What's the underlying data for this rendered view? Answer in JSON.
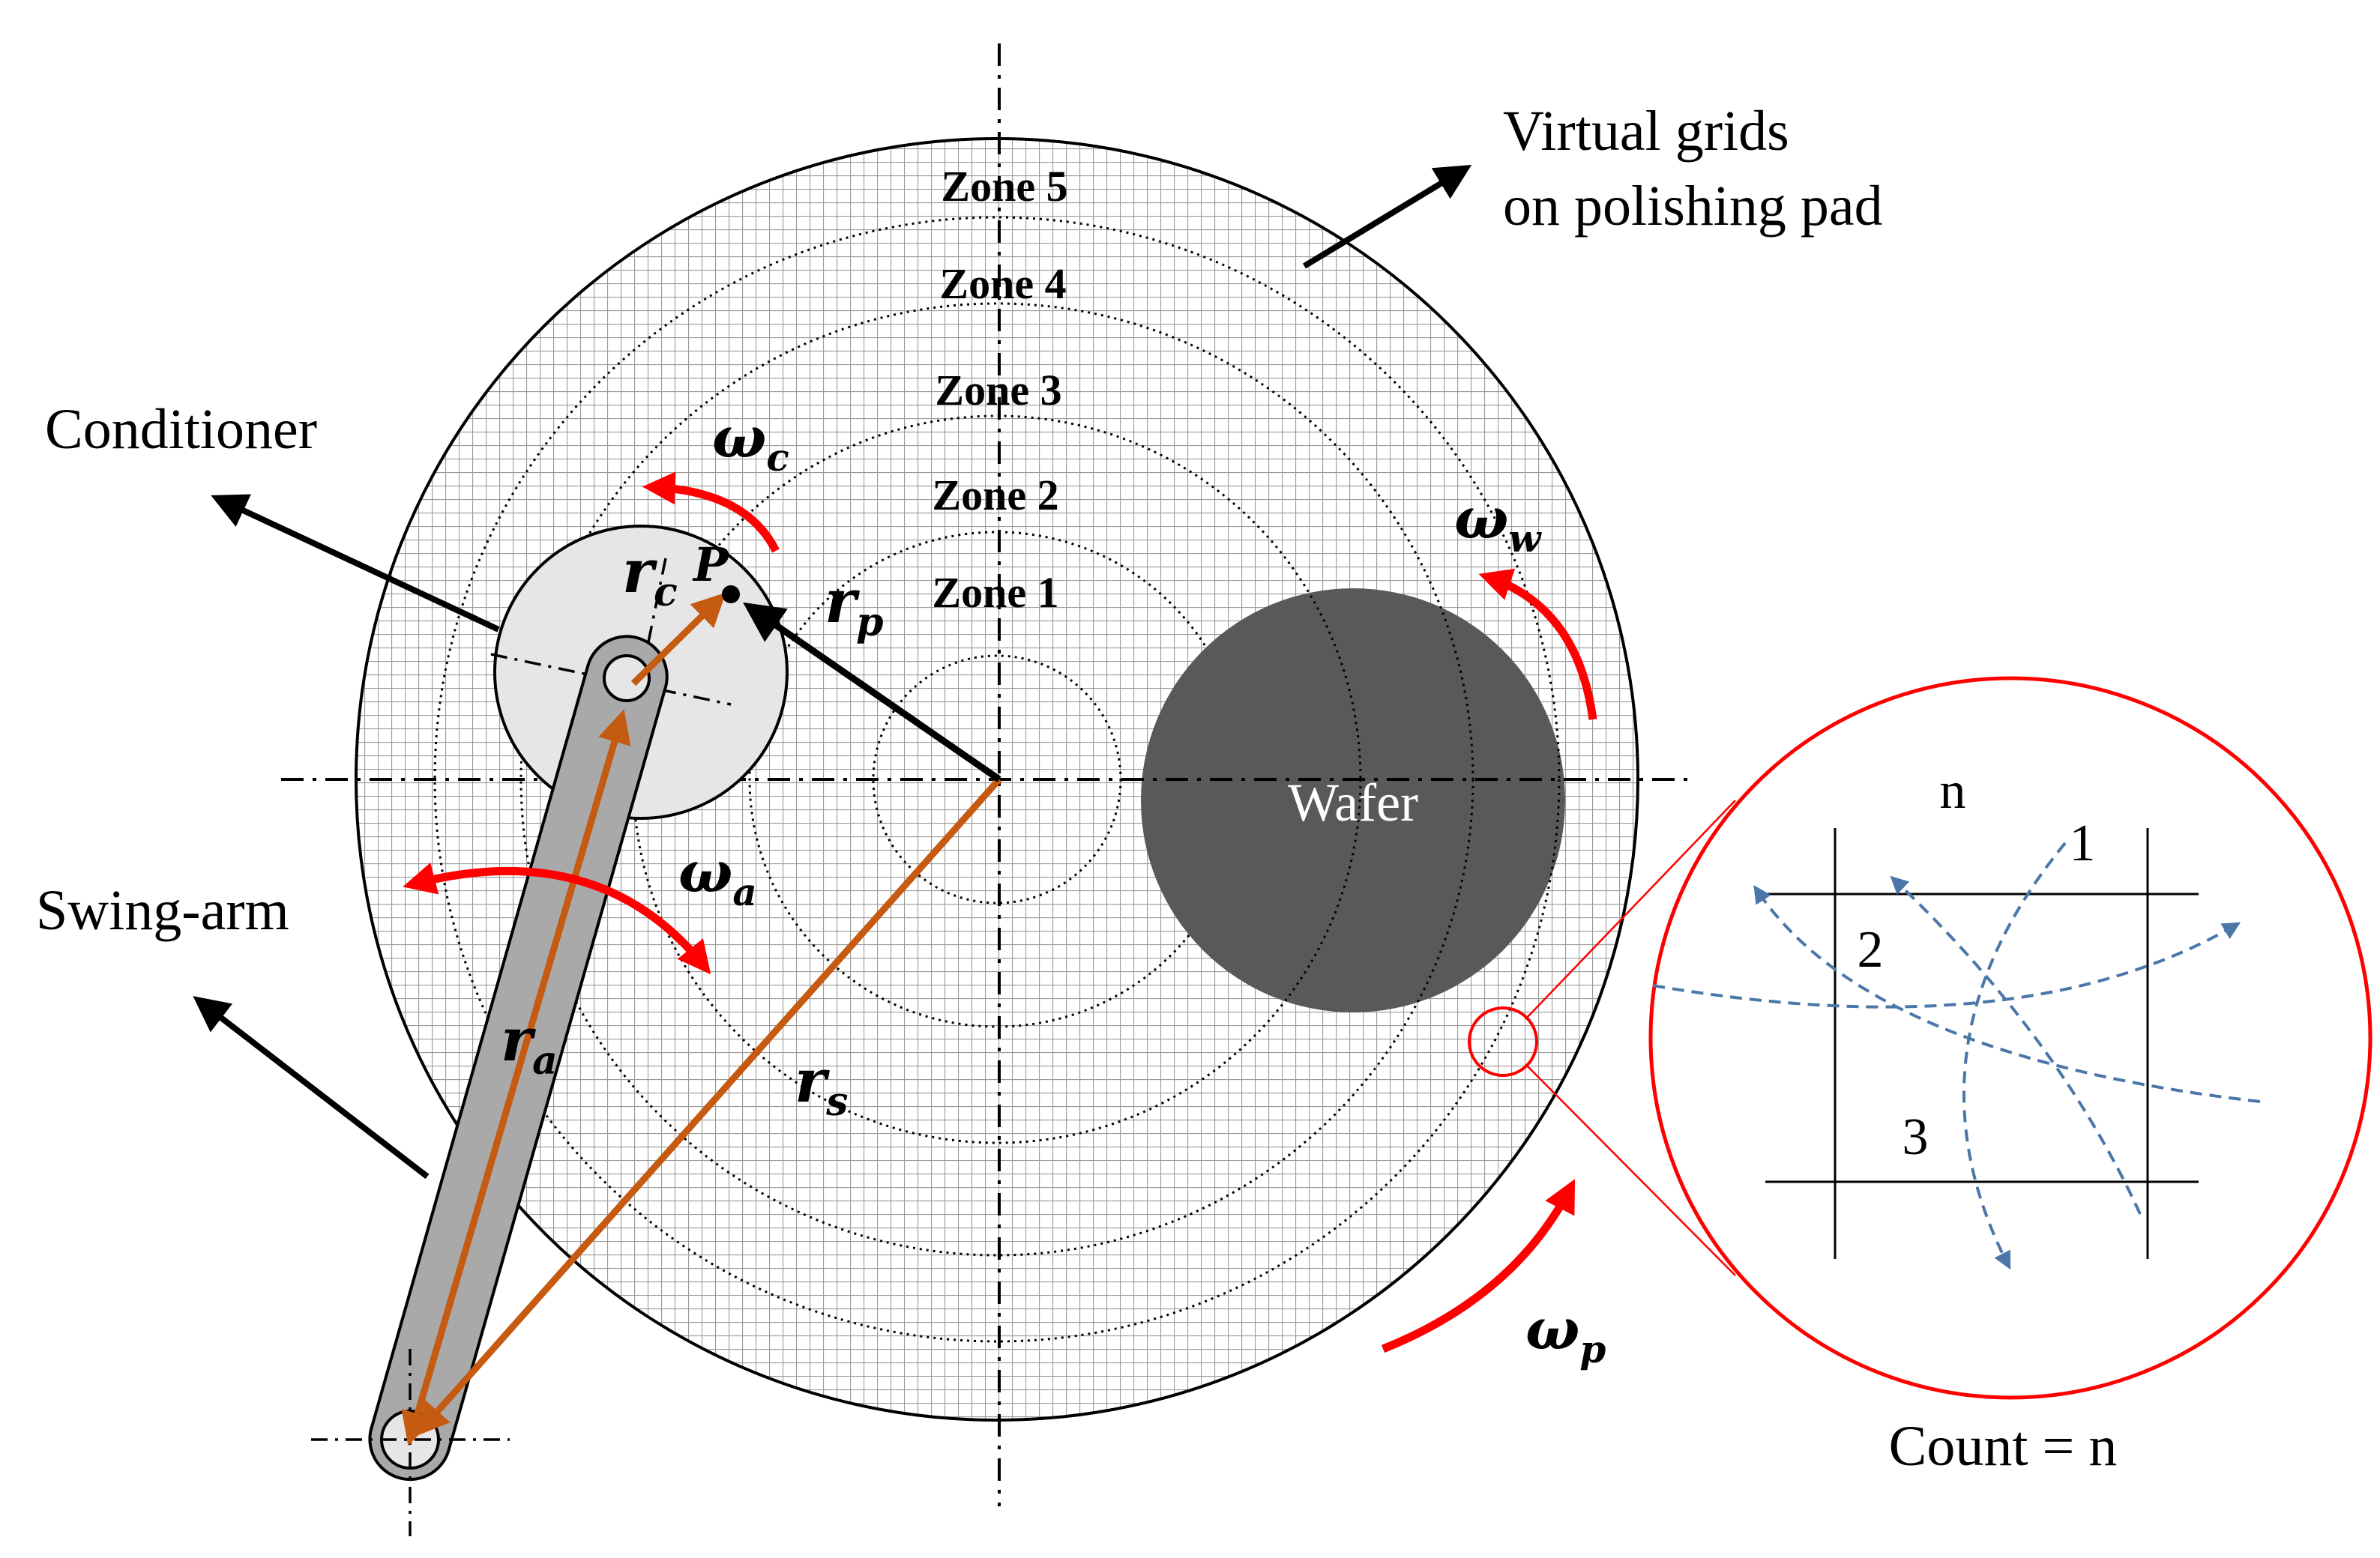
{
  "labels": {
    "virtual_grids_line1": "Virtual grids",
    "virtual_grids_line2": "on polishing pad",
    "conditioner": "Conditioner",
    "swing_arm": "Swing-arm",
    "wafer": "Wafer",
    "count": "Count = n"
  },
  "zones": [
    "Zone 5",
    "Zone 4",
    "Zone 3",
    "Zone 2",
    "Zone 1"
  ],
  "symbols": {
    "omega": "ω",
    "omega_c_sub": "c",
    "omega_w_sub": "w",
    "omega_a_sub": "a",
    "omega_p_sub": "p",
    "r": "r",
    "r_c_sub": "c",
    "r_p_sub": "p",
    "r_a_sub": "a",
    "r_s_sub": "s",
    "point_p": "P"
  },
  "inset": {
    "cell_label": "n",
    "path_1": "1",
    "path_2": "2",
    "path_3": "3"
  },
  "colors": {
    "grid": "#9a9a9a",
    "conditioner_fill": "#e6e6e6",
    "arm_fill": "#a9a9a9",
    "wafer_fill": "#595959",
    "vector_orange": "#c55a11",
    "rotation_red": "#ff0000",
    "inset_red": "#ff0000",
    "path_blue": "#4a76a8"
  }
}
